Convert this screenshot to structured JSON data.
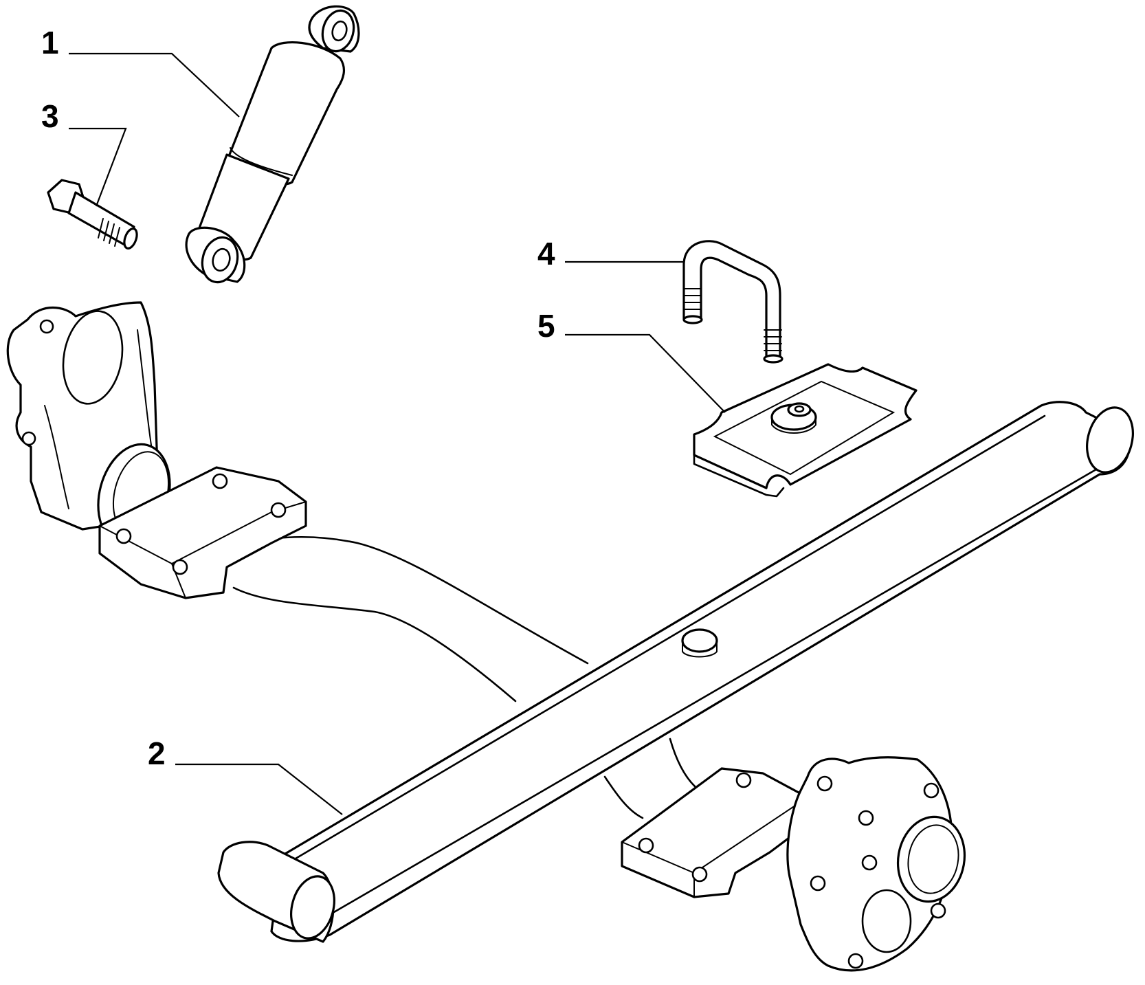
{
  "callouts": [
    {
      "number": "1",
      "part": "shock-absorber"
    },
    {
      "number": "2",
      "part": "leaf-spring"
    },
    {
      "number": "3",
      "part": "bolt"
    },
    {
      "number": "4",
      "part": "u-bolt"
    },
    {
      "number": "5",
      "part": "spring-plate"
    }
  ]
}
